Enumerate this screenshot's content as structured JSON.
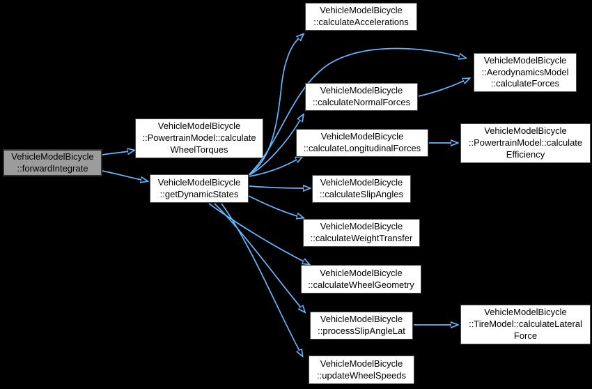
{
  "diagram_type": "doxygen-call-graph",
  "colors": {
    "background": "#000000",
    "edge": "#63b8ff",
    "node_fill": "#ffffff",
    "node_border": "#4a4a4a",
    "root_node_fill": "#9c9c9c",
    "root_node_border": "#2e2e2e",
    "text": "#000000"
  },
  "nodes": [
    {
      "id": "forwardIntegrate",
      "line1": "VehicleModelBicycle",
      "line2": "::forwardIntegrate",
      "root": true
    },
    {
      "id": "calculateWheelTorques",
      "line1": "VehicleModelBicycle",
      "line2": "::PowertrainModel::calculate",
      "line3": "WheelTorques"
    },
    {
      "id": "getDynamicStates",
      "line1": "VehicleModelBicycle",
      "line2": "::getDynamicStates"
    },
    {
      "id": "calculateAccelerations",
      "line1": "VehicleModelBicycle",
      "line2": "::calculateAccelerations"
    },
    {
      "id": "aerodynamicsCalculateForces",
      "line1": "VehicleModelBicycle",
      "line2": "::AerodynamicsModel",
      "line3": "::calculateForces"
    },
    {
      "id": "calculateNormalForces",
      "line1": "VehicleModelBicycle",
      "line2": "::calculateNormalForces"
    },
    {
      "id": "calculateLongitudinalForces",
      "line1": "VehicleModelBicycle",
      "line2": "::calculateLongitudinalForces"
    },
    {
      "id": "powertrainCalculateEfficiency",
      "line1": "VehicleModelBicycle",
      "line2": "::PowertrainModel::calculate",
      "line3": "Efficiency"
    },
    {
      "id": "calculateSlipAngles",
      "line1": "VehicleModelBicycle",
      "line2": "::calculateSlipAngles"
    },
    {
      "id": "calculateWeightTransfer",
      "line1": "VehicleModelBicycle",
      "line2": "::calculateWeightTransfer"
    },
    {
      "id": "calculateWheelGeometry",
      "line1": "VehicleModelBicycle",
      "line2": "::calculateWheelGeometry"
    },
    {
      "id": "processSlipAngleLat",
      "line1": "VehicleModelBicycle",
      "line2": "::processSlipAngleLat"
    },
    {
      "id": "tireCalculateLateralForce",
      "line1": "VehicleModelBicycle",
      "line2": "::TireModel::calculateLateral",
      "line3": "Force"
    },
    {
      "id": "updateWheelSpeeds",
      "line1": "VehicleModelBicycle",
      "line2": "::updateWheelSpeeds"
    }
  ],
  "edges": [
    {
      "from": "forwardIntegrate",
      "to": "calculateWheelTorques"
    },
    {
      "from": "forwardIntegrate",
      "to": "getDynamicStates"
    },
    {
      "from": "getDynamicStates",
      "to": "calculateAccelerations"
    },
    {
      "from": "getDynamicStates",
      "to": "aerodynamicsCalculateForces"
    },
    {
      "from": "getDynamicStates",
      "to": "calculateNormalForces"
    },
    {
      "from": "calculateNormalForces",
      "to": "aerodynamicsCalculateForces"
    },
    {
      "from": "getDynamicStates",
      "to": "calculateLongitudinalForces"
    },
    {
      "from": "calculateLongitudinalForces",
      "to": "powertrainCalculateEfficiency"
    },
    {
      "from": "getDynamicStates",
      "to": "calculateSlipAngles"
    },
    {
      "from": "getDynamicStates",
      "to": "calculateWeightTransfer"
    },
    {
      "from": "getDynamicStates",
      "to": "calculateWheelGeometry"
    },
    {
      "from": "getDynamicStates",
      "to": "processSlipAngleLat"
    },
    {
      "from": "processSlipAngleLat",
      "to": "tireCalculateLateralForce"
    },
    {
      "from": "getDynamicStates",
      "to": "updateWheelSpeeds"
    }
  ]
}
